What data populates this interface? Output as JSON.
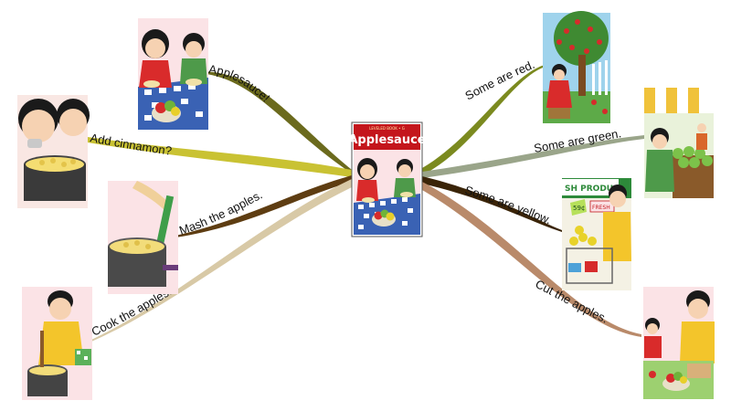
{
  "central": {
    "title": "Applesauce",
    "subtitle": "LEVELED BOOK • G"
  },
  "branches": [
    {
      "text": "Applesauce!",
      "color": "#6b6a1d",
      "illustration": "children-at-table-illustration"
    },
    {
      "text": "Add cinnamon?",
      "color": "#c9c233",
      "illustration": "boy-eating-applesauce-illustration"
    },
    {
      "text": "Mash the apples.",
      "color": "#5e3d12",
      "illustration": "masher-in-pot-illustration"
    },
    {
      "text": "Cook the apples.",
      "color": "#d8c9a6",
      "illustration": "man-cooking-apples-illustration"
    },
    {
      "text": "Some are red.",
      "color": "#7b8a1f",
      "illustration": "girl-picking-red-apples-illustration"
    },
    {
      "text": "Some are green.",
      "color": "#9aa58a",
      "illustration": "boy-at-green-apple-stand-illustration"
    },
    {
      "text": "Some are yellow.",
      "color": "#3a2408",
      "illustration": "man-shopping-yellow-apples-illustration"
    },
    {
      "text": "Cut the apples.",
      "color": "#b98a6a",
      "illustration": "man-cutting-apples-illustration"
    }
  ],
  "sign": {
    "line1": "SH PRODU",
    "price": "59¢",
    "tag": "FRESH"
  }
}
